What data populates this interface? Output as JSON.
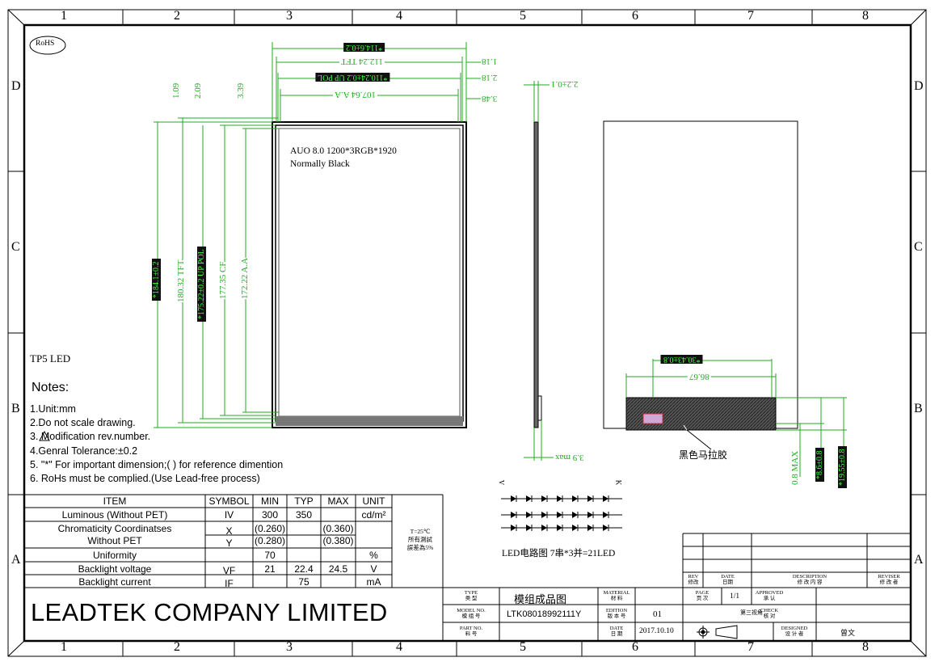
{
  "zones": {
    "columns": [
      "1",
      "2",
      "3",
      "4",
      "5",
      "6",
      "7",
      "8"
    ],
    "rows": [
      "D",
      "C",
      "B",
      "A"
    ]
  },
  "rohs_label": "RoHS",
  "top_dims": {
    "outline_width": "*114.6±0.2",
    "tft_width": "112.24 TFT",
    "pol_width": "*110.24±0.2 UP POL",
    "aa_width": "107.64 A.A",
    "right_1": "1.18",
    "right_2": "2.18",
    "right_3": "3.48"
  },
  "left_dims": {
    "top_1": "1.09",
    "top_2": "2.09",
    "top_3": "3.39",
    "outline_height": "*184.1±0.2",
    "tft_height": "180.32 TFT",
    "pol_height": "*175.22±0.2 UP POL",
    "cf_height": "177.35 CF",
    "aa_height": "172.22 A.A"
  },
  "panel_text": {
    "line1": "AUO 8.0 1200*3RGB*1920",
    "line2": "Normally Black"
  },
  "side_dims": {
    "thickness": "2.2±0.1",
    "max": "3.9 max"
  },
  "back_dims": {
    "width1": "*30.43±0.8",
    "width2": "86.67",
    "h1": "0.8 MAX",
    "h2": "*8.6±0.8",
    "h3": "*19.55±0.8",
    "mylar_label": "黑色马拉胶"
  },
  "led_label": "TP5 LED",
  "notes": {
    "title": "Notes:",
    "items": [
      "1.Unit:mm",
      "2.Do not scale drawing.",
      "3.  Modification rev.number.",
      "4.Genral Tolerance:±0.2",
      "5. \"*\" For important dimension;( ) for reference dimention",
      "6. RoHs must be complied.(Use Lead-free process)"
    ]
  },
  "spec_table": {
    "headers": [
      "ITEM",
      "SYMBOL",
      "MIN",
      "TYP",
      "MAX",
      "UNIT"
    ],
    "rows": [
      {
        "item": "Luminous (Without PET)",
        "symbol": "IV",
        "min": "300",
        "typ": "350",
        "max": "",
        "unit": "cd/m²"
      },
      {
        "item": "Chromaticity Coordinatses",
        "symbol": "X",
        "min": "(0.260)",
        "typ": "",
        "max": "(0.360)",
        "unit": ""
      },
      {
        "item": "Without PET",
        "symbol": "Y",
        "min": "(0.280)",
        "typ": "",
        "max": "(0.380)",
        "unit": ""
      },
      {
        "item": "Uniformity",
        "symbol": "",
        "min": "70",
        "typ": "",
        "max": "",
        "unit": "%"
      },
      {
        "item": "Backlight voltage",
        "symbol": "VF",
        "min": "21",
        "typ": "22.4",
        "max": "24.5",
        "unit": "V"
      },
      {
        "item": "Backlight current",
        "symbol": "IF",
        "min": "",
        "typ": "75",
        "max": "",
        "unit": "mA"
      }
    ],
    "side_note": [
      "T=25℃",
      "所有測試",
      "誤差為5%"
    ]
  },
  "led_circuit": {
    "label_v": "V",
    "label_k": "K",
    "caption": "LED电路图 7串*3并=21LED"
  },
  "company": "LEADTEK COMPANY LIMITED",
  "title_block": {
    "type_label": [
      "TYPE",
      "类 型"
    ],
    "type_value": "模组成品图",
    "model_label": [
      "MODEL NO.",
      "模 组 号"
    ],
    "model_value": "LTK08018992111Y",
    "part_label": [
      "PART NO.",
      "料 号"
    ],
    "material_label": [
      "MATERIAL",
      "材 料"
    ],
    "edition_label": [
      "EDITION",
      "版 本 号"
    ],
    "edition_value": "01",
    "date_label": [
      "DATE",
      "日 期"
    ],
    "date_value": "2017.10.10",
    "page_label": [
      "PAGE",
      "页 次"
    ],
    "page_value": "1/1",
    "approved_label": [
      "APPROVED",
      "承 认"
    ],
    "check_label": [
      "CHECK",
      "核 对"
    ],
    "designed_label": [
      "DESIGNED",
      "设 计 者"
    ],
    "designer": "曾文",
    "projection": "第三视角"
  },
  "revision": {
    "rev": [
      "REV",
      "修改"
    ],
    "date": [
      "DATE",
      "日期"
    ],
    "desc": [
      "DESCRIPTION",
      "修 改 内 容"
    ],
    "reviser": [
      "REVISER",
      "修 改 者"
    ]
  }
}
